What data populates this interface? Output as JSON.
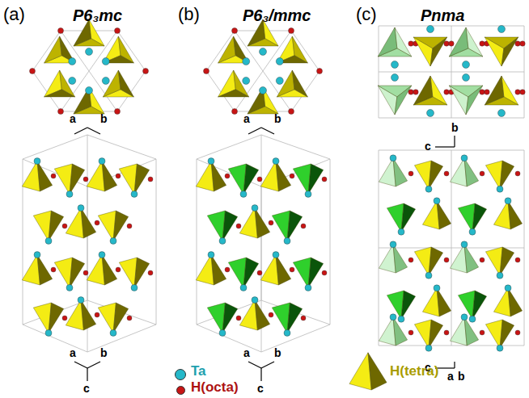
{
  "diagram": {
    "labels": [
      "(a)",
      "P6₃mc",
      "(b)",
      "P6₃/mmc",
      "(c)",
      "Pnma",
      "a",
      "b",
      "a",
      "b",
      "c",
      "a",
      "b",
      "a",
      "b",
      "c",
      "b",
      "c",
      "a",
      "b",
      "c"
    ],
    "legend": [
      {
        "text": "Ta",
        "color": "#25b8c9"
      },
      {
        "text": "H(octa)",
        "color": "#c81414"
      },
      {
        "text": "H(tetra)"
      }
    ]
  }
}
